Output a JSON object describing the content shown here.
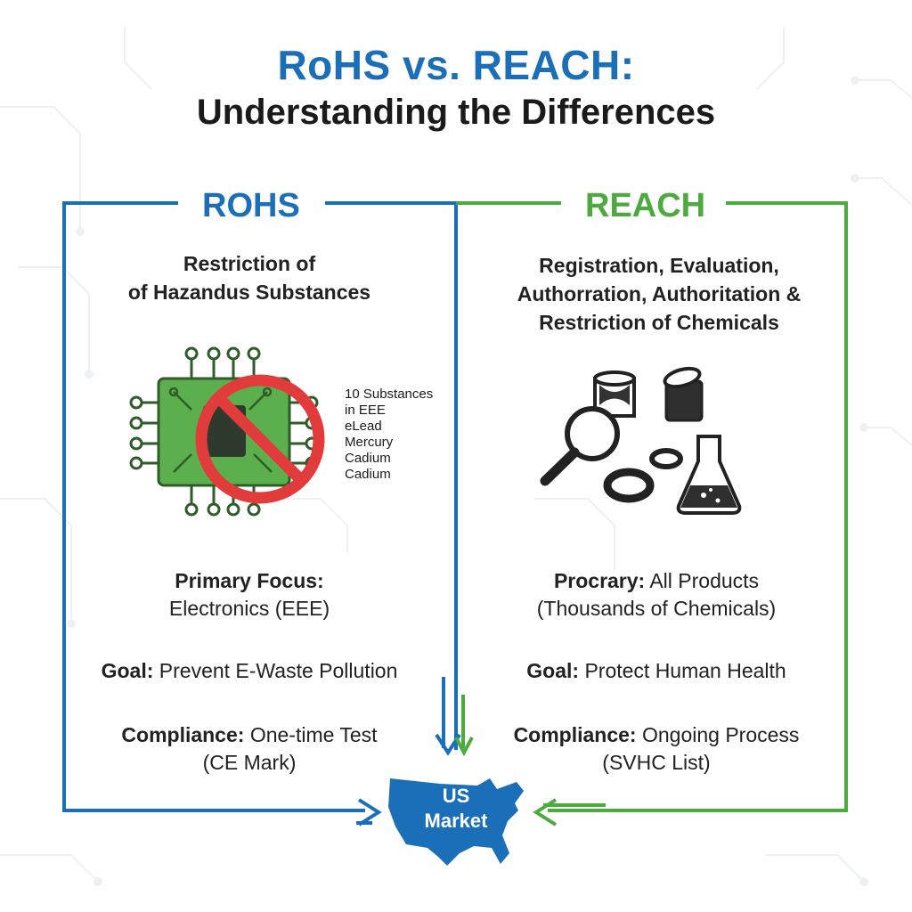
{
  "header": {
    "title": "RoHS vs. REACH:",
    "subtitle": "Understanding the Differences"
  },
  "rohs": {
    "heading": "ROHS",
    "full_name_line1": "Restriction of",
    "full_name_line2": "of Hazandus Substances",
    "substances": [
      "10 Substances",
      "in EEE",
      "eLead",
      "Mercury",
      "Cadium",
      "Cadium"
    ],
    "focus_label": "Primary Focus:",
    "focus_value": "Electronics (EEE)",
    "goal_label": "Goal:",
    "goal_value": "Prevent E-Waste Pollution",
    "compliance_label": "Compliance:",
    "compliance_value": "One-time Test",
    "compliance_note": "(CE Mark)",
    "color": "#1b6fb8"
  },
  "reach": {
    "heading": "REACH",
    "full_name_line1": "Registration, Evaluation,",
    "full_name_line2": "Authorration, Authoritation &",
    "full_name_line3": "Restriction of Chemicals",
    "focus_label": "Procrary:",
    "focus_value": "All Products",
    "focus_note": "(Thousands of Chemicals)",
    "goal_label": "Goal:",
    "goal_value": "Protect Human Health",
    "compliance_label": "Compliance:",
    "compliance_value": "Ongoing Process",
    "compliance_note": "(SVHC List)",
    "color": "#4caa3e"
  },
  "market": {
    "line1": "US",
    "line2": "Market",
    "color": "#1b6fb8"
  },
  "icons": [
    "circuit-chip-icon",
    "prohibited-icon",
    "magnifier-icon",
    "paint-can-icon",
    "chemical-barrel-icon",
    "ring-icon",
    "flask-icon",
    "us-map-icon"
  ]
}
